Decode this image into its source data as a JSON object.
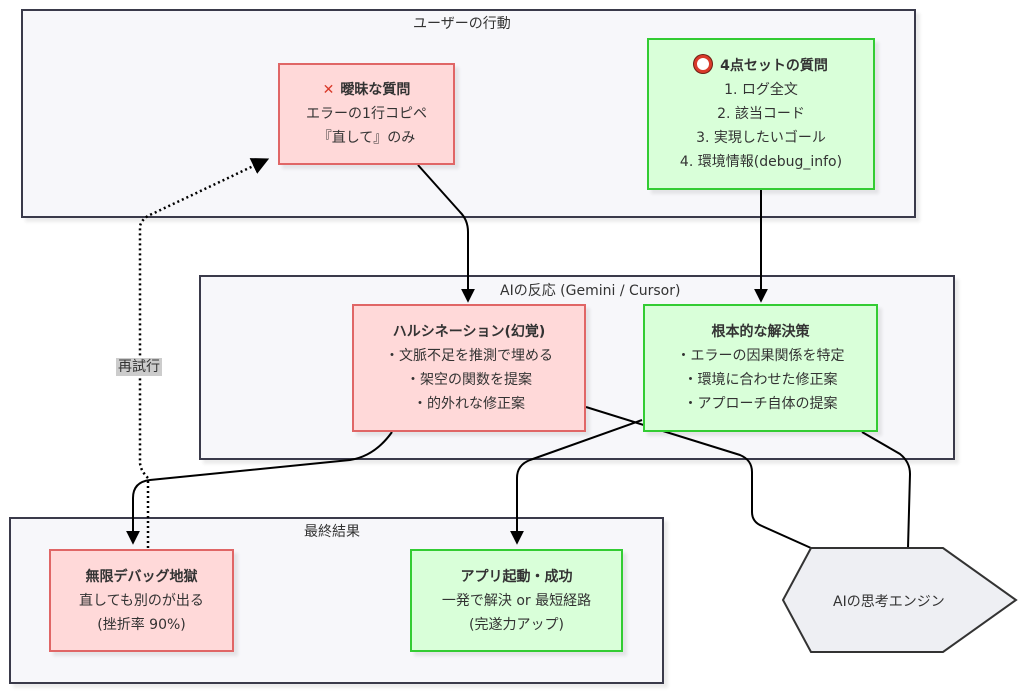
{
  "clusters": {
    "user_action": {
      "label": "ユーザーの行動"
    },
    "ai_reaction": {
      "label": "AIの反応 (Gemini / Cursor)"
    },
    "final_result": {
      "label": "最終結果"
    }
  },
  "nodes": {
    "vague_question": {
      "icon": "cross-mark-icon",
      "title": "曖昧な質問",
      "lines": [
        "エラーの1行コピペ",
        "『直して』のみ"
      ]
    },
    "four_point_question": {
      "icon": "hollow-red-circle-icon",
      "title": "4点セットの質問",
      "lines": [
        "1. ログ全文",
        "2. 該当コード",
        "3. 実現したいゴール",
        "4. 環境情報(debug_info)"
      ]
    },
    "hallucination": {
      "title": "ハルシネーション(幻覚)",
      "lines": [
        "・文脈不足を推測で埋める",
        "・架空の関数を提案",
        "・的外れな修正案"
      ]
    },
    "root_solution": {
      "title": "根本的な解決策",
      "lines": [
        "・エラーの因果関係を特定",
        "・環境に合わせた修正案",
        "・アプローチ自体の提案"
      ]
    },
    "debug_hell": {
      "title": "無限デバッグ地獄",
      "lines": [
        "直しても別のが出る",
        "(挫折率 90%)"
      ]
    },
    "app_success": {
      "title": "アプリ起動・成功",
      "lines": [
        "一発で解決 or 最短経路",
        "(完遂力アップ)"
      ]
    },
    "ai_engine": {
      "label": "AIの思考エンジン"
    }
  },
  "edges": {
    "retry_label": "再試行"
  },
  "colors": {
    "bad_fill": "#ffd9d9",
    "bad_stroke": "#e06666",
    "good_fill": "#d9ffd9",
    "good_stroke": "#33cc33",
    "cluster_fill": "#f7f7fa",
    "cluster_stroke": "#3a3a4a",
    "hex_fill": "#eeeff3"
  }
}
